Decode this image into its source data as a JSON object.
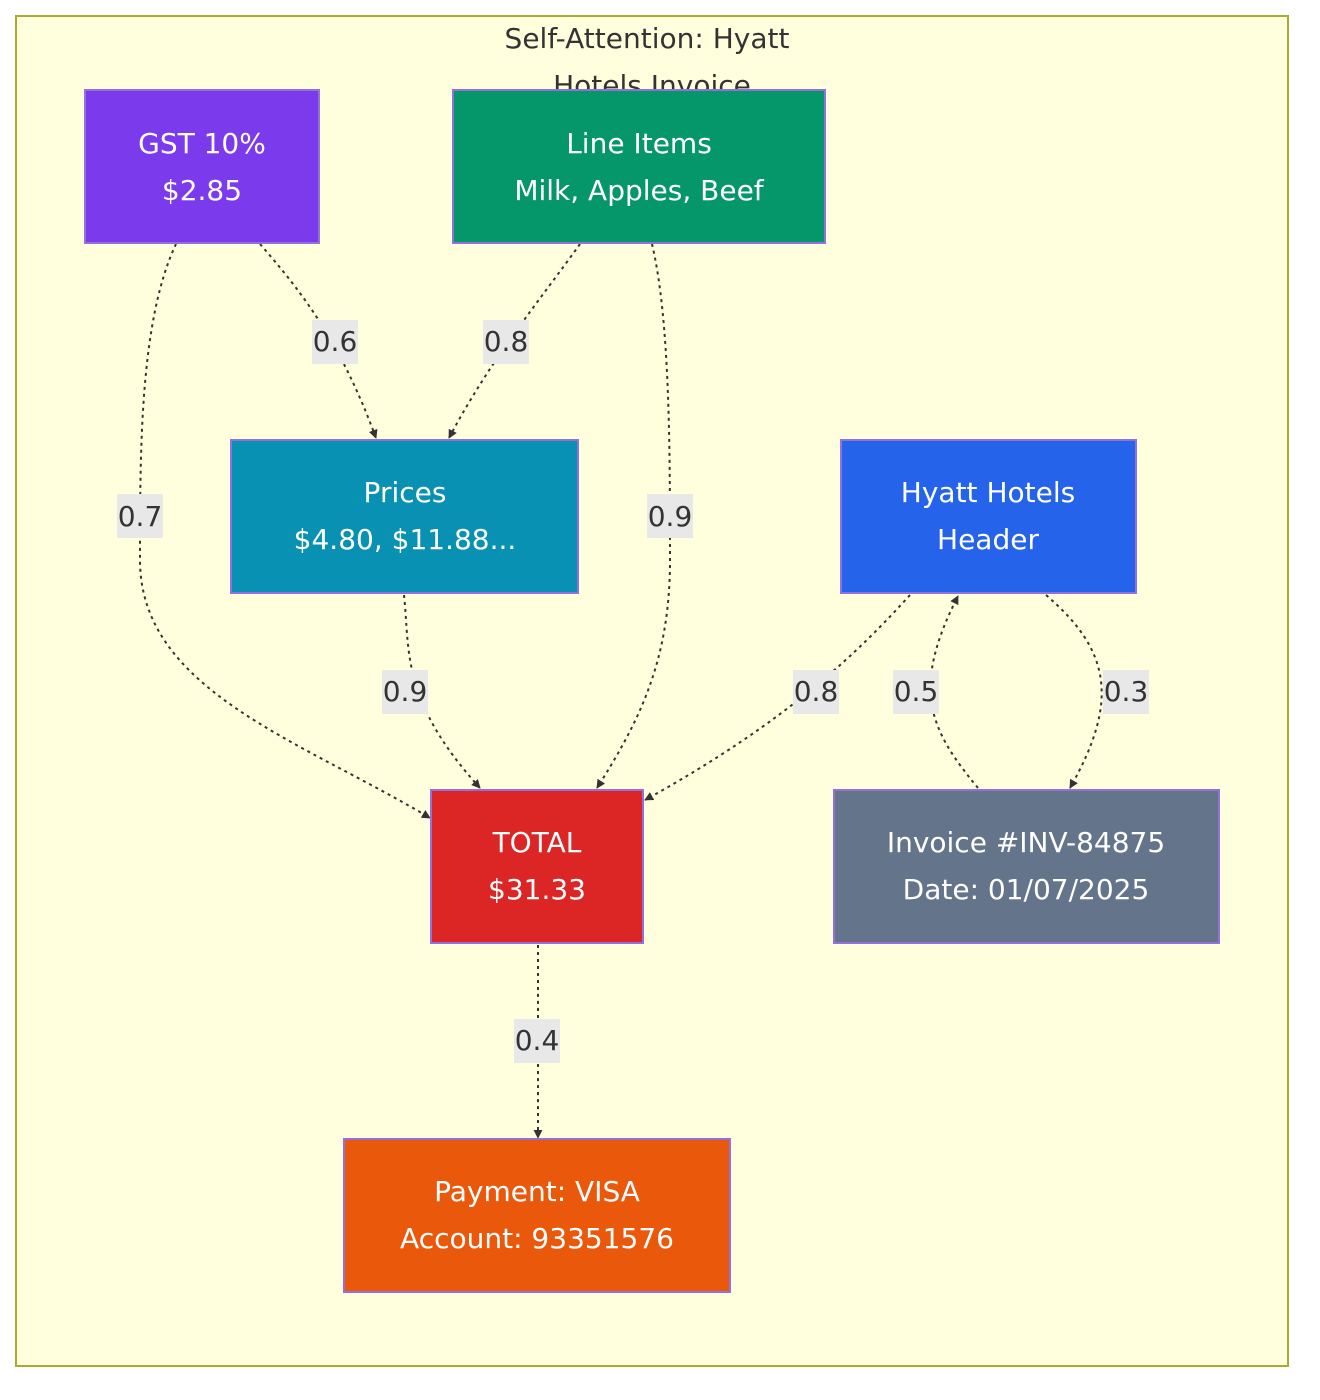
{
  "cluster": {
    "title_line1": "Self-Attention: Hyatt",
    "title_line2": "Hotels Invoice",
    "fill": "#ffffde",
    "stroke": "#aaaa33"
  },
  "nodes": {
    "gst": {
      "line1": "GST 10%",
      "line2": "$2.85",
      "color": "#7c3aed"
    },
    "items": {
      "line1": "Line Items",
      "line2": "Milk, Apples, Beef",
      "color": "#059669"
    },
    "prices": {
      "line1": "Prices",
      "line2": "$4.80, $11.88...",
      "color": "#0891b2"
    },
    "header": {
      "line1": "Hyatt Hotels",
      "line2": "Header",
      "color": "#2563eb"
    },
    "total": {
      "line1": "TOTAL",
      "line2": "$31.33",
      "color": "#dc2626"
    },
    "invoice": {
      "line1": "Invoice #INV-84875",
      "line2": "Date: 01/07/2025",
      "color": "#64748b"
    },
    "payment": {
      "line1": "Payment: VISA",
      "line2": "Account: 93351576",
      "color": "#ea580c"
    }
  },
  "node_border_color": "#9370db",
  "edges": [
    {
      "id": "gst-prices",
      "from": "gst",
      "to": "prices",
      "label": "0.6"
    },
    {
      "id": "items-prices",
      "from": "items",
      "to": "prices",
      "label": "0.8"
    },
    {
      "id": "gst-total",
      "from": "gst",
      "to": "total",
      "label": "0.7"
    },
    {
      "id": "items-total",
      "from": "items",
      "to": "total",
      "label": "0.9"
    },
    {
      "id": "prices-total",
      "from": "prices",
      "to": "total",
      "label": "0.9"
    },
    {
      "id": "header-total",
      "from": "header",
      "to": "total",
      "label": "0.8"
    },
    {
      "id": "invoice-header",
      "from": "invoice",
      "to": "header",
      "label": "0.5"
    },
    {
      "id": "header-invoice",
      "from": "header",
      "to": "invoice",
      "label": "0.3"
    },
    {
      "id": "total-payment",
      "from": "total",
      "to": "payment",
      "label": "0.4"
    }
  ]
}
